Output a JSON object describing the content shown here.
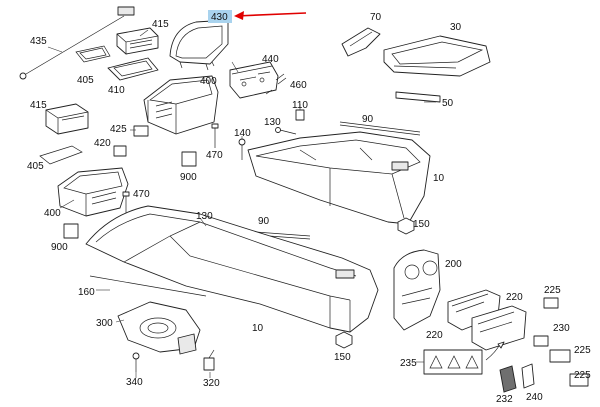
{
  "highlight": {
    "label": "430",
    "fill": "#a9d3ee",
    "arrow_color": "#e00000"
  },
  "callouts": {
    "c70": "70",
    "c30": "30",
    "c415a": "415",
    "c435": "435",
    "c440": "440",
    "c405a": "405",
    "c410": "410",
    "c400a": "400",
    "c460": "460",
    "c110": "110",
    "c50": "50",
    "c415b": "415",
    "c425": "425",
    "c90a": "90",
    "c130a": "130",
    "c140": "140",
    "c420": "420",
    "c470a": "470",
    "c405b": "405",
    "c900a": "900",
    "c10a": "10",
    "c470b": "470",
    "c400b": "400",
    "c130b": "130",
    "c90b": "90",
    "c150a": "150",
    "c900b": "900",
    "c200": "200",
    "c160": "160",
    "c220a": "220",
    "c225a": "225",
    "c230": "230",
    "c300": "300",
    "c10b": "10",
    "c220b": "220",
    "c150b": "150",
    "c225b": "225",
    "c235": "235",
    "c340": "340",
    "c320": "320",
    "c232": "232",
    "c240": "240",
    "c225c": "225"
  }
}
